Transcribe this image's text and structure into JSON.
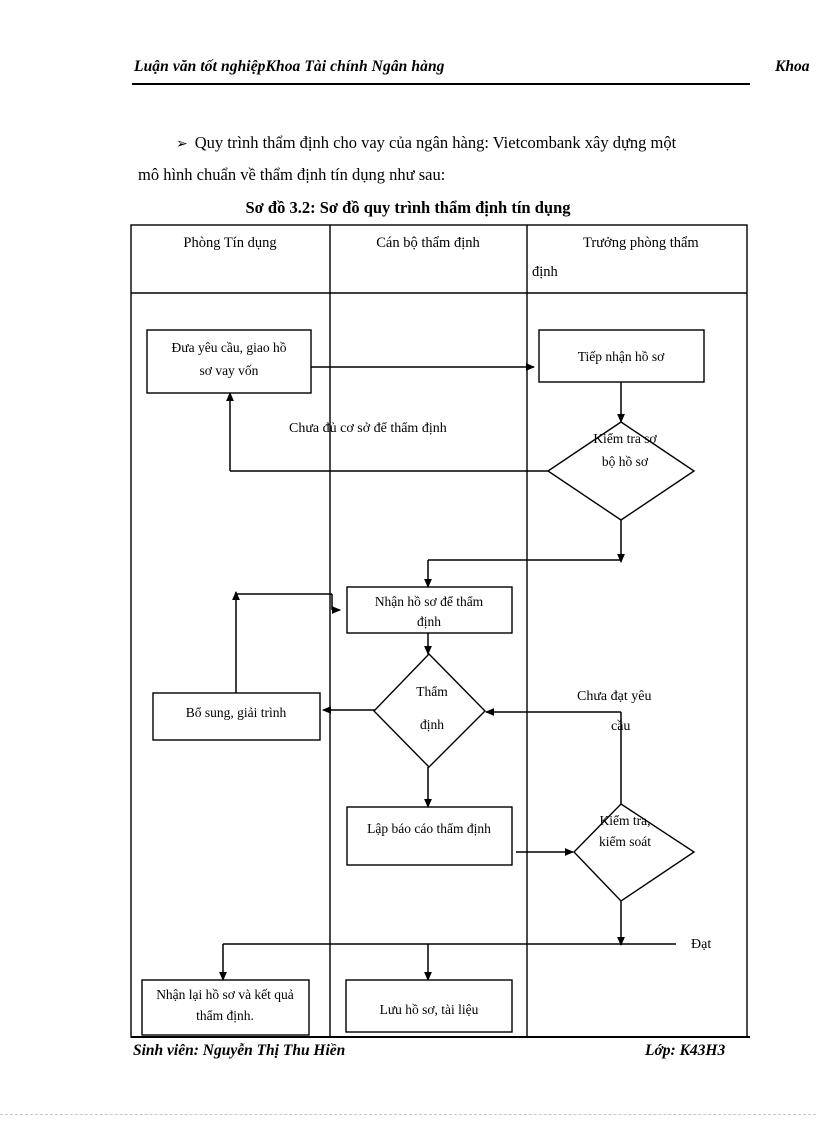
{
  "header": {
    "left_part1": "Luận văn tốt nghiệp",
    "left_part2": "Khoa Tài chính Ngân hàng",
    "right": "Khoa"
  },
  "intro": {
    "bullet_glyph": "➢",
    "line1": "Quy trình thẩm định cho vay của ngân hàng: Vietcombank xây dựng một",
    "line2": "mô hình chuẩn về thẩm định tín dụng như sau:"
  },
  "figure": {
    "title": "Sơ đồ 3.2: Sơ đồ quy trình thẩm định tín dụng",
    "columns": [
      {
        "id": "col-phong-tin-dung",
        "label": "Phòng Tín dụng"
      },
      {
        "id": "col-can-bo-tham-dinh",
        "label": "Cán bộ thẩm định"
      },
      {
        "id": "col-truong-phong-tham-dinh",
        "label_line1": "Trưởng    phòng    thẩm",
        "label_line2": "định"
      }
    ],
    "nodes": [
      {
        "id": "node-dua-yeu-cau",
        "type": "process",
        "line1": "Đưa yêu cầu, giao hồ",
        "line2": "sơ vay vốn"
      },
      {
        "id": "node-tiep-nhan-ho-so",
        "type": "process",
        "line1": "Tiếp nhận hồ sơ",
        "line2": ""
      },
      {
        "id": "node-kiem-tra-so-bo",
        "type": "decision",
        "line1": "Kiểm tra sơ",
        "line2": "bộ hồ sơ"
      },
      {
        "id": "node-nhan-ho-so",
        "type": "process",
        "line1": "Nhận hồ sơ để thẩm",
        "line2": "định"
      },
      {
        "id": "node-tham-dinh",
        "type": "decision",
        "line1": "Thẩm",
        "line2": "định"
      },
      {
        "id": "node-bo-sung-giai-trinh",
        "type": "process",
        "line1": "Bổ sung, giải trình",
        "line2": ""
      },
      {
        "id": "node-lap-bao-cao",
        "type": "process",
        "line1": "Lập báo cáo thẩm định",
        "line2": ""
      },
      {
        "id": "node-kiem-tra-kiem-soat",
        "type": "decision",
        "line1": "Kiểm tra,",
        "line2": "kiểm soát"
      },
      {
        "id": "node-nhan-lai-ho-so",
        "type": "process",
        "line1": "Nhận lại hồ sơ và kết quả",
        "line2": "thẩm định."
      },
      {
        "id": "node-luu-ho-so",
        "type": "process",
        "line1": "Lưu hồ sơ, tài liệu",
        "line2": ""
      }
    ],
    "edge_labels": [
      {
        "id": "label-chua-du-co-so",
        "text": "Chưa đủ cơ sở để thẩm định"
      },
      {
        "id": "label-chua-dat-yeu-cau-l1",
        "text": "Chưa đạt yêu"
      },
      {
        "id": "label-chua-dat-yeu-cau-l2",
        "text": "cầu"
      },
      {
        "id": "label-dat",
        "text": "Đạt"
      }
    ]
  },
  "footer": {
    "left": "Sinh viên: Nguyễn Thị Thu Hiền",
    "right": "Lớp: K43H3"
  },
  "colors": {
    "ink": "#000000",
    "paper": "#ffffff"
  }
}
